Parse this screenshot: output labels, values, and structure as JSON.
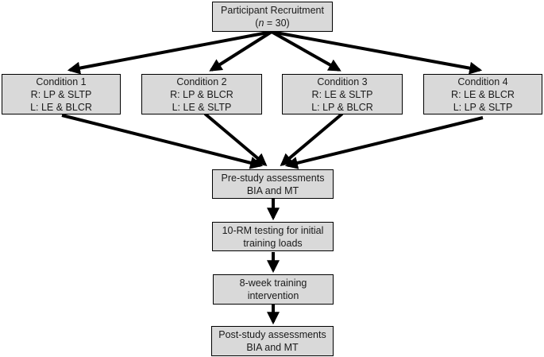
{
  "diagram": {
    "recruitment": {
      "line1": "Participant Recruitment",
      "paren_open": "(",
      "n": "n",
      "eq": " = 30)"
    },
    "conditions": [
      {
        "title": "Condition 1",
        "right": "R: LP & SLTP",
        "left": "L: LE & BLCR"
      },
      {
        "title": "Condition 2",
        "right": "R: LP & BLCR",
        "left": "L: LE & SLTP"
      },
      {
        "title": "Condition 3",
        "right": "R: LE & SLTP",
        "left": "L: LP & BLCR"
      },
      {
        "title": "Condition 4",
        "right": "R: LE & BLCR",
        "left": "L: LP & SLTP"
      }
    ],
    "steps": [
      {
        "line1": "Pre-study assessments",
        "line2": "BIA and MT"
      },
      {
        "line1": "10-RM testing for initial",
        "line2": "training loads"
      },
      {
        "line1": "8-week training",
        "line2": "intervention"
      },
      {
        "line1": "Post-study assessments",
        "line2": "BIA and MT"
      }
    ],
    "colors": {
      "box_fill": "#d9d9d9",
      "border": "#000000",
      "arrow": "#000000"
    }
  }
}
